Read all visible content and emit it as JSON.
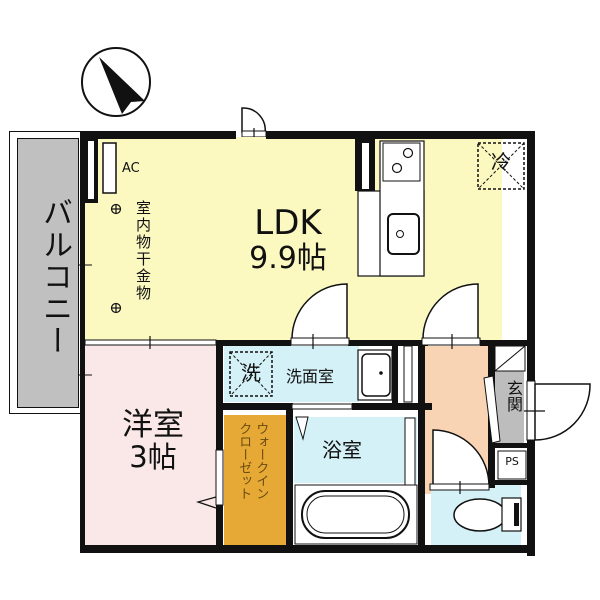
{
  "compass": {
    "icon": "north-arrow-icon"
  },
  "rooms": {
    "balcony": {
      "label": "バルコニー",
      "color": "#c0c0c0"
    },
    "ldk": {
      "name": "LDK",
      "size": "9.9帖",
      "color": "#fbf8c0"
    },
    "western_room": {
      "name": "洋室",
      "size": "3帖",
      "color": "#fae8e8"
    },
    "walk_in_closet": {
      "label": "ウォークインクローゼット",
      "line1": "ウォーク",
      "line2": "インクローゼット",
      "col_right": "ウォークイン",
      "col_left": "クローゼット",
      "color": "#e6a935"
    },
    "washroom": {
      "label": "洗面室",
      "washer_label": "洗",
      "color": "#d4f1f7"
    },
    "bathroom": {
      "label": "浴室",
      "color": "#d4f1f7"
    },
    "hallway": {
      "color": "#f8d4b4"
    },
    "entrance": {
      "label": "玄関",
      "color": "#bdbdbd"
    },
    "pipe_space": {
      "label": "PS"
    },
    "toilet": {
      "color": "#d4f1f7"
    }
  },
  "fixtures": {
    "ac": {
      "label": "AC"
    },
    "drying_hardware": {
      "label": "室内物干金物"
    },
    "fridge": {
      "label": "冷"
    }
  }
}
